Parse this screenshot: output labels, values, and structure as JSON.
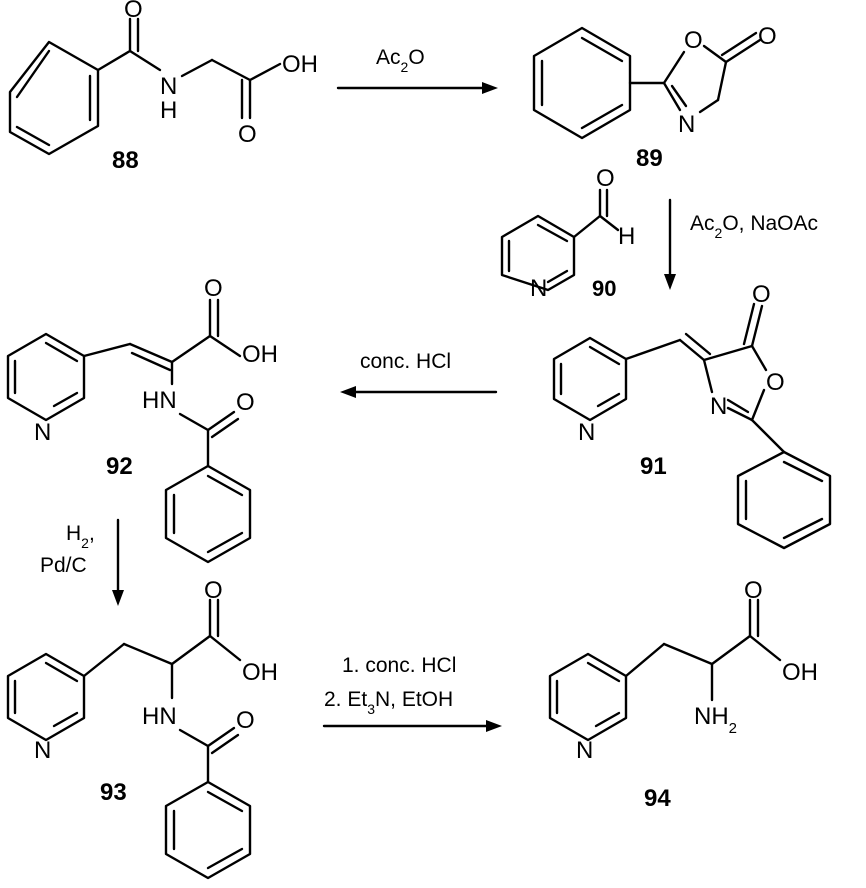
{
  "compounds": {
    "c88": {
      "label": "88",
      "atoms": {
        "o_carbonyl": "O",
        "nh": "H",
        "n": "N",
        "oh": "OH",
        "o_acid": "O"
      }
    },
    "c89": {
      "label": "89",
      "atoms": {
        "o_ring": "O",
        "o_exo": "O",
        "n": "N"
      }
    },
    "c90": {
      "label": "90",
      "atoms": {
        "o": "O",
        "h": "H",
        "n": "N"
      }
    },
    "c91": {
      "label": "91",
      "atoms": {
        "o_exo": "O",
        "o_ring": "O",
        "n_ring": "N",
        "n_py": "N"
      }
    },
    "c92": {
      "label": "92",
      "atoms": {
        "o_acid": "O",
        "oh": "OH",
        "hn": "HN",
        "o_amide": "O",
        "n_py": "N"
      }
    },
    "c93": {
      "label": "93",
      "atoms": {
        "o_acid": "O",
        "oh": "OH",
        "hn": "HN",
        "o_amide": "O",
        "n_py": "N"
      }
    },
    "c94": {
      "label": "94",
      "atoms": {
        "o_acid": "O",
        "oh": "OH",
        "nh2": "NH",
        "nh2_sub": "2",
        "n_py": "N"
      }
    }
  },
  "reagents": {
    "step1": {
      "main": "Ac",
      "sub": "2",
      "tail": "O"
    },
    "step2": {
      "main": "Ac",
      "sub": "2",
      "tail": "O, NaOAc"
    },
    "step3": {
      "text": "conc. HCl"
    },
    "step4": {
      "line1": "H",
      "line1_sub": "2",
      "line1_tail": ",",
      "line2": "Pd/C"
    },
    "step5": {
      "line1": "1. conc. HCl",
      "line2a": "2. Et",
      "line2_sub": "3",
      "line2b": "N, EtOH"
    }
  }
}
